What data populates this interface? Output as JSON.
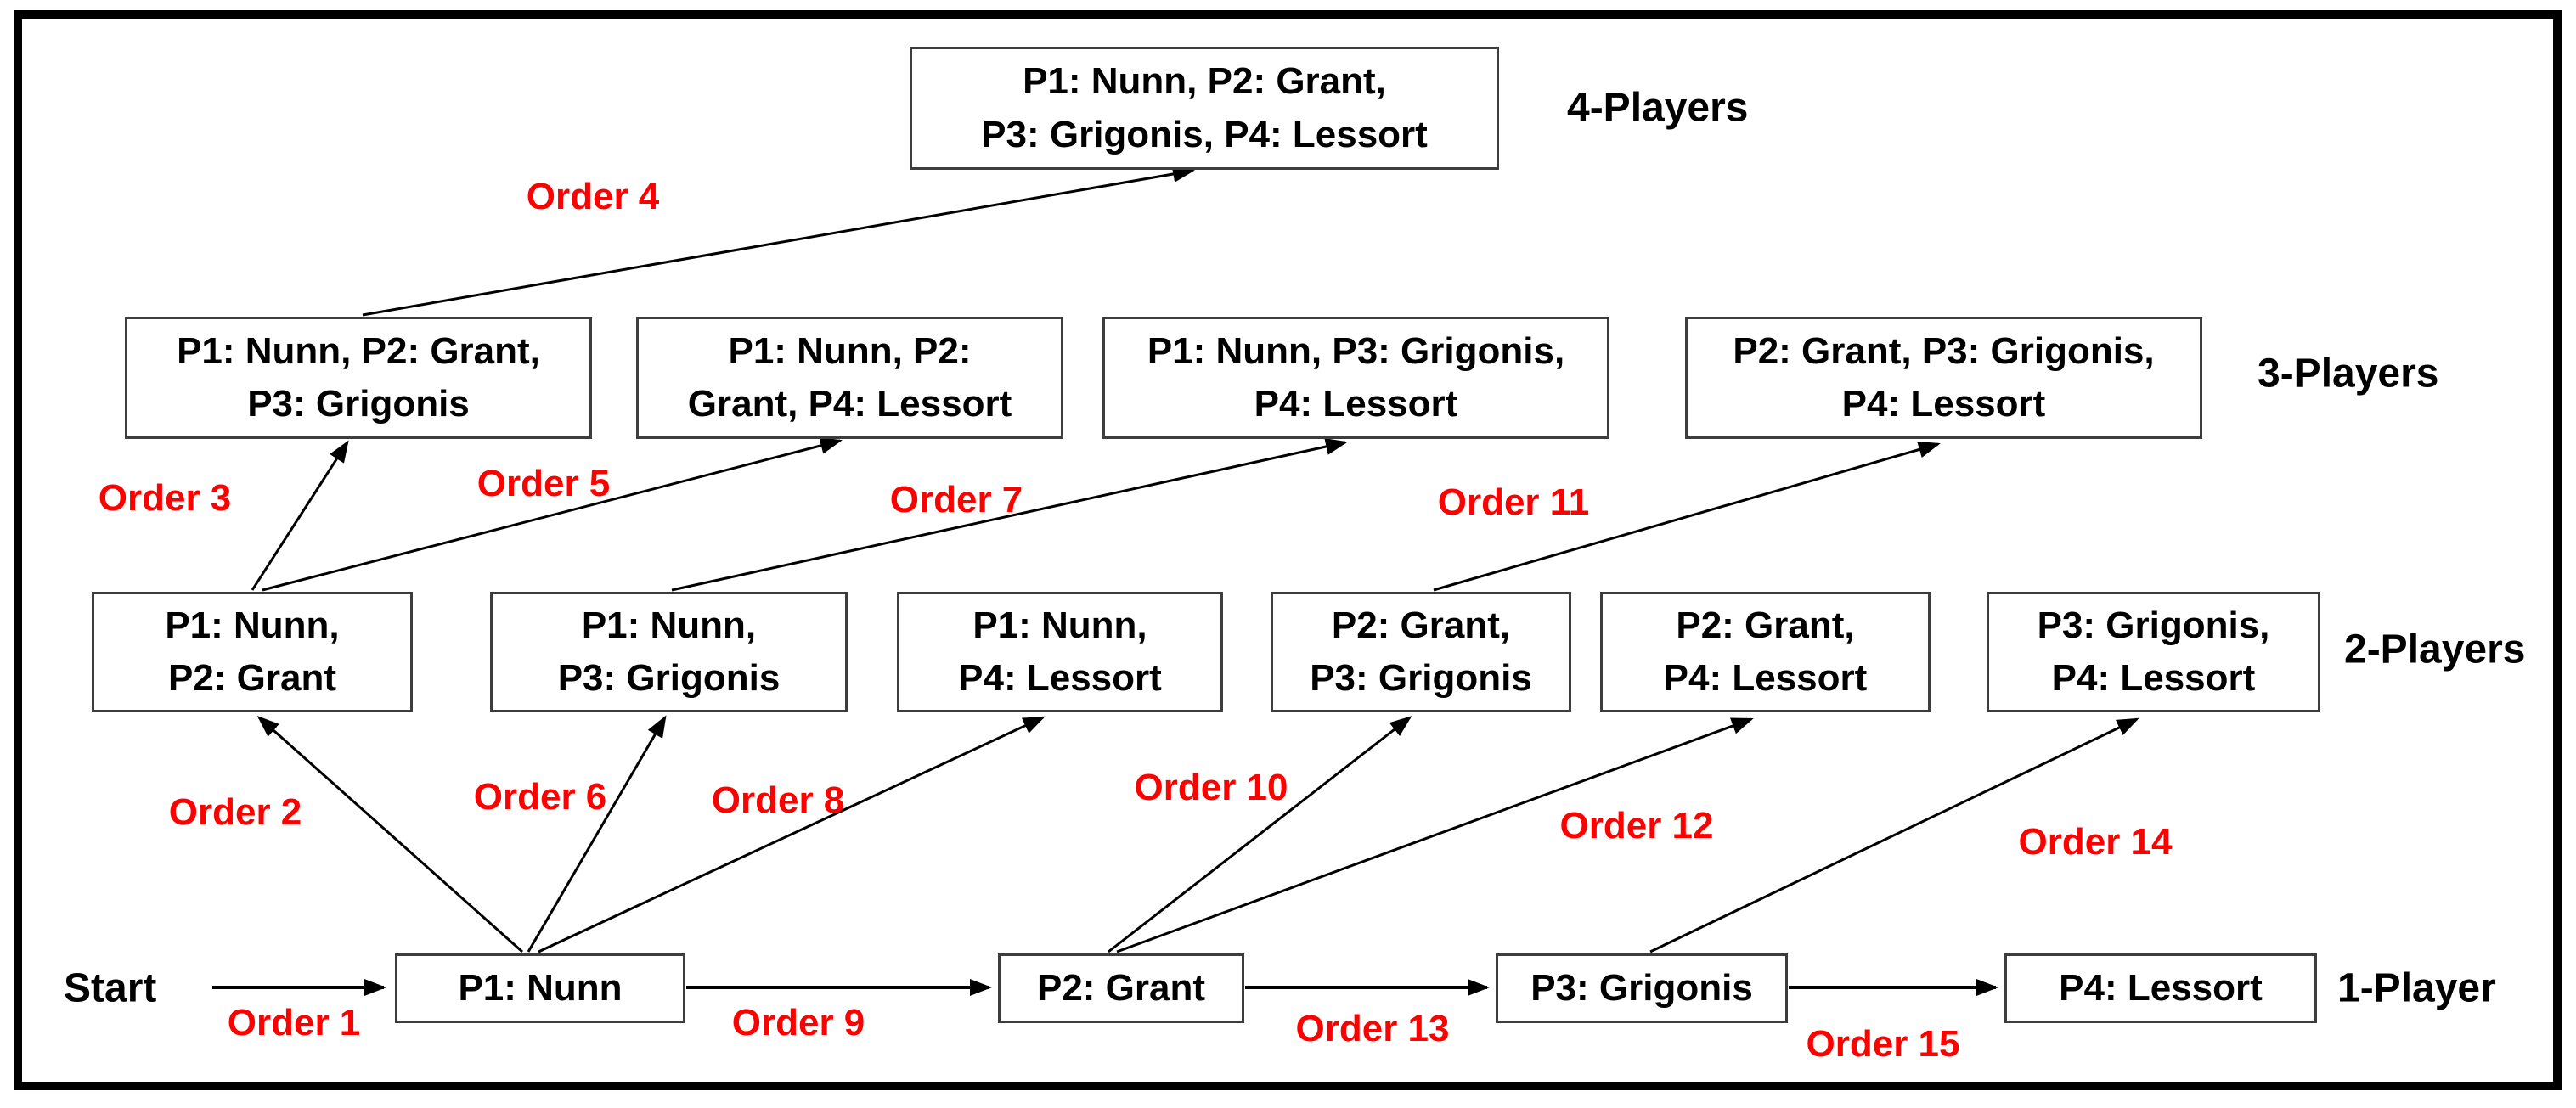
{
  "colors": {
    "order_label": "#ff0000",
    "text_black": "#000000",
    "box_border": "#3d3d3d",
    "frame_border": "#000000",
    "background": "#ffffff"
  },
  "start_label": "Start",
  "levels": {
    "l4": "4-Players",
    "l3": "3-Players",
    "l2": "2-Players",
    "l1": "1-Player"
  },
  "nodes": {
    "p1p2p3p4": "P1: Nunn, P2: Grant,\nP3: Grigonis, P4: Lessort",
    "p1p2p3": "P1: Nunn, P2: Grant,\nP3: Grigonis",
    "p1p2p4": "P1: Nunn, P2:\nGrant, P4: Lessort",
    "p1p3p4": "P1: Nunn, P3: Grigonis,\nP4: Lessort",
    "p2p3p4": "P2: Grant, P3: Grigonis,\nP4: Lessort",
    "p1p2": "P1: Nunn,\nP2: Grant",
    "p1p3": "P1: Nunn,\nP3: Grigonis",
    "p1p4": "P1: Nunn,\nP4: Lessort",
    "p2p3": "P2: Grant,\nP3: Grigonis",
    "p2p4": "P2: Grant,\nP4: Lessort",
    "p3p4": "P3: Grigonis,\nP4: Lessort",
    "p1": "P1: Nunn",
    "p2": "P2: Grant",
    "p3": "P3: Grigonis",
    "p4": "P4: Lessort"
  },
  "orders": {
    "o1": "Order 1",
    "o2": "Order 2",
    "o3": "Order 3",
    "o4": "Order 4",
    "o5": "Order 5",
    "o6": "Order 6",
    "o7": "Order 7",
    "o8": "Order 8",
    "o9": "Order 9",
    "o10": "Order 10",
    "o11": "Order 11",
    "o12": "Order 12",
    "o13": "Order 13",
    "o14": "Order 14",
    "o15": "Order 15"
  },
  "edges": [
    {
      "label": "Order 1",
      "from": "start",
      "to": "p1"
    },
    {
      "label": "Order 2",
      "from": "p1",
      "to": "p1p2"
    },
    {
      "label": "Order 3",
      "from": "p1p2",
      "to": "p1p2p3"
    },
    {
      "label": "Order 4",
      "from": "p1p2p3",
      "to": "p1p2p3p4"
    },
    {
      "label": "Order 5",
      "from": "p1p2",
      "to": "p1p2p4"
    },
    {
      "label": "Order 6",
      "from": "p1",
      "to": "p1p3"
    },
    {
      "label": "Order 7",
      "from": "p1p3",
      "to": "p1p3p4"
    },
    {
      "label": "Order 8",
      "from": "p1",
      "to": "p1p4"
    },
    {
      "label": "Order 9",
      "from": "p1",
      "to": "p2"
    },
    {
      "label": "Order 10",
      "from": "p2",
      "to": "p2p3"
    },
    {
      "label": "Order 11",
      "from": "p2p3",
      "to": "p2p3p4"
    },
    {
      "label": "Order 12",
      "from": "p2",
      "to": "p2p4"
    },
    {
      "label": "Order 13",
      "from": "p2",
      "to": "p3"
    },
    {
      "label": "Order 14",
      "from": "p3",
      "to": "p3p4"
    },
    {
      "label": "Order 15",
      "from": "p3",
      "to": "p4"
    }
  ]
}
